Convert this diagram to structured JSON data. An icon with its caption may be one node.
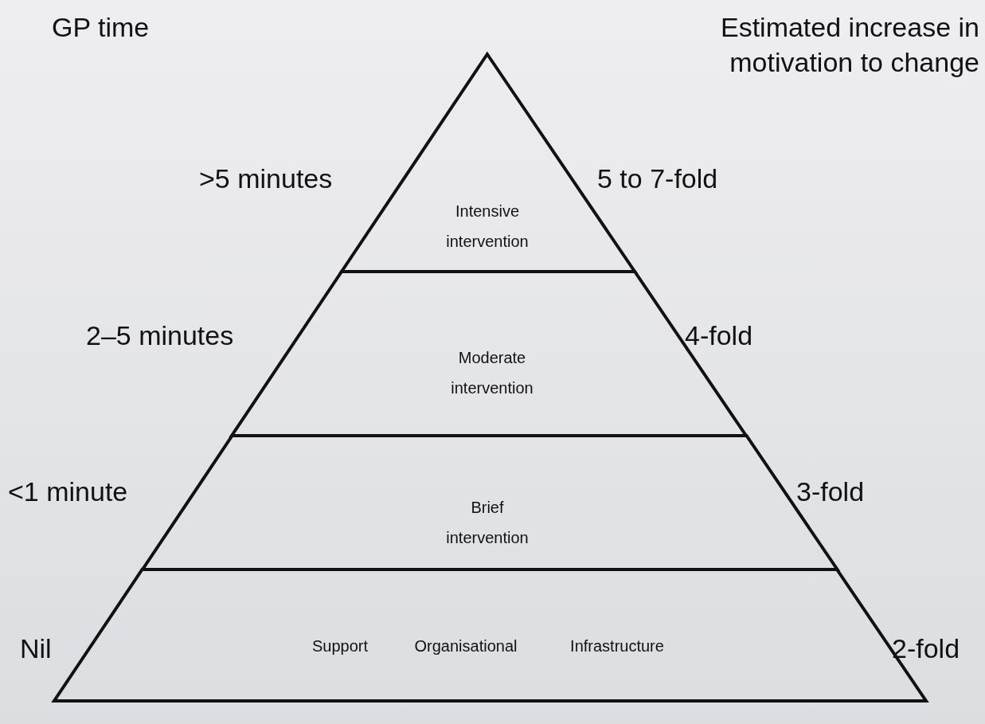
{
  "diagram": {
    "nodes": [
      {
        "text": [
          "Intensive intervention"
        ],
        "beside": [
          ">5 minutes",
          "5 to 7-fold"
        ]
      },
      {
        "text": [
          "Moderate intervention"
        ],
        "beside": [
          "2–5 minutes",
          "4-fold"
        ]
      },
      {
        "text": [
          "Brief intervention"
        ],
        "beside": [
          "<1 minute",
          "3-fold"
        ]
      },
      {
        "text": [
          "Support",
          "Organisational",
          "Infrastructure"
        ],
        "beside": [
          "Nil",
          "2-fold"
        ]
      }
    ],
    "labels": [
      "GP time",
      "Estimated increase in motivation to change"
    ]
  }
}
